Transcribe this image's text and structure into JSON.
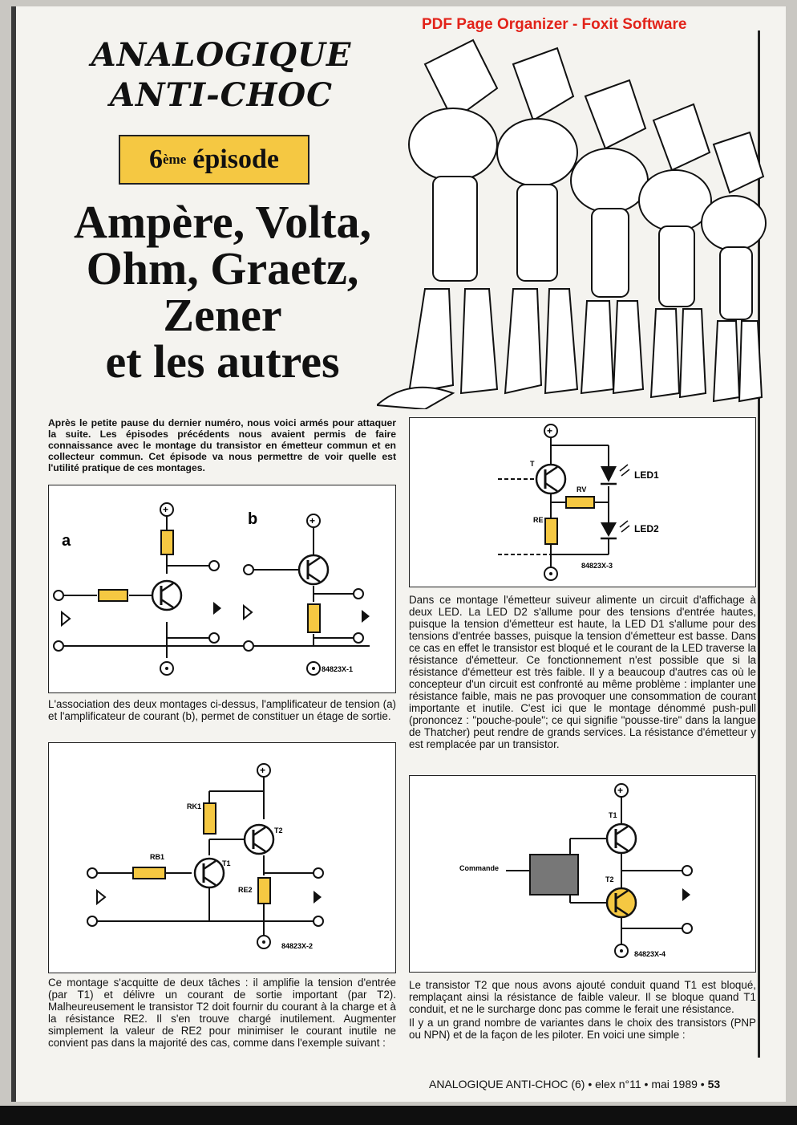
{
  "banner": "PDF Page Organizer - Foxit Software",
  "title": {
    "line1": "ANALOGIQUE",
    "line2": "ANTI-CHOC"
  },
  "episode": {
    "number": "6",
    "sup": "ème",
    "word": "épisode"
  },
  "headline": [
    "Ampère, Volta,",
    "Ohm, Graetz,",
    "Zener",
    "et les autres"
  ],
  "intro": "Après le petite pause du dernier numéro, nous voici armés pour attaquer la suite. Les épisodes précédents nous avaient permis de faire connaissance avec le montage du transistor en émetteur commun et en collecteur commun. Cet épisode va nous permettre de voir quelle est l'utilité pratique de ces montages.",
  "fig1": {
    "label_a": "a",
    "label_b": "b",
    "code": "84823X-1"
  },
  "caption1": "L'association des deux montages ci-dessus, l'amplificateur de tension (a) et l'amplificateur de courant (b), permet de constituer un étage de sortie.",
  "fig2": {
    "rk1": "RK1",
    "rb1": "RB1",
    "re2": "RE2",
    "t1": "T1",
    "t2": "T2",
    "code": "84823X-2"
  },
  "para2": "Ce montage s'acquitte de deux tâches : il amplifie la tension d'entrée (par T1) et délivre un courant de sortie important (par T2). Malheureusement le transistor T2 doit fournir du courant à la charge et à la résistance RE2. Il s'en trouve chargé inutilement. Augmenter simplement la valeur de RE2 pour minimiser le courant inutile ne convient pas dans la majorité des cas, comme dans l'exemple suivant :",
  "fig3": {
    "t": "T",
    "rv": "RV",
    "re": "RE",
    "led1": "LED1",
    "led2": "LED2",
    "code": "84823X-3"
  },
  "para3": "Dans ce montage l'émetteur suiveur alimente un circuit d'affichage à deux LED. La LED D2 s'allume pour des tensions d'entrée hautes, puisque la tension d'émetteur est haute, la LED D1 s'allume pour des tensions d'entrée basses, puisque la tension d'émetteur est basse. Dans ce cas en effet le transistor est bloqué et le courant de la LED traverse la résistance d'émetteur. Ce fonctionnement n'est possible que si la résistance d'émetteur est très faible. Il y a beaucoup d'autres cas où le concepteur d'un circuit est confronté au même problème : implanter une résistance faible, mais ne pas provoquer une consommation de courant importante et inutile. C'est ici que le montage dénommé push-pull (prononcez : \"pouche-poule\"; ce qui signifie \"pousse-tire\" dans la langue de Thatcher) peut rendre de grands services. La résistance d'émetteur y est remplacée par un transistor.",
  "fig4": {
    "commande": "Commande",
    "t1": "T1",
    "t2": "T2",
    "code": "84823X-4"
  },
  "para4": "Le transistor T2 que nous avons ajouté conduit quand T1 est bloqué, remplaçant ainsi la résistance de faible valeur. Il se bloque quand T1 conduit, et ne le surcharge donc pas comme le ferait une résistance.",
  "para5": "Il y a un grand nombre de variantes dans le choix des transistors (PNP ou NPN) et de la façon de les piloter. En voici une simple :",
  "footer": {
    "text": "ANALOGIQUE ANTI-CHOC (6) • elex n°11 • mai 1989 •",
    "page": "53"
  },
  "colors": {
    "banner": "#e2231a",
    "episode_bg": "#f5c842",
    "component": "#f5c842",
    "commande_box": "#777777"
  }
}
